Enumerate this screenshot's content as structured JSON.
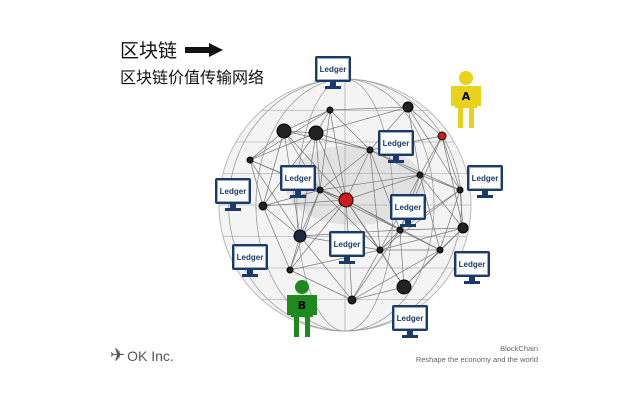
{
  "heading": {
    "title": "区块链",
    "subtitle": "区块链价值传输网络"
  },
  "ledgers": [
    "Ledger",
    "Ledger",
    "Ledger",
    "Ledger",
    "Ledger",
    "Ledger",
    "Ledger",
    "Ledger",
    "Ledger",
    "Ledger"
  ],
  "people": [
    {
      "label": "A",
      "color": "#e8d21a"
    },
    {
      "label": "B",
      "color": "#1e8a1e"
    }
  ],
  "footer": {
    "logo": "OK Inc.",
    "tagline_1": "BlockChain",
    "tagline_2": "Reshape the economy and the world"
  },
  "colors": {
    "monitor": "#1a3a6b",
    "red_node": "#d11a1a"
  }
}
